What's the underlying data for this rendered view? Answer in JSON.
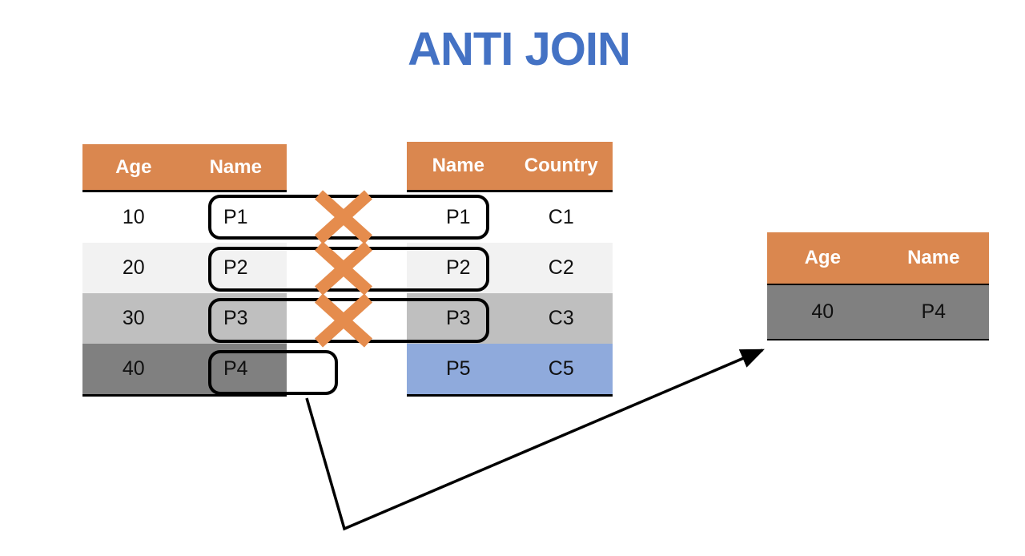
{
  "title": "ANTI JOIN",
  "colors": {
    "title_blue": "#4472C4",
    "header_orange": "#DA874F",
    "x_orange": "#E58C4D",
    "row_white": "#FFFFFF",
    "row_light_gray": "#F2F2F2",
    "row_mid_gray": "#BFBFBF",
    "row_dark_gray": "#808080",
    "row_blue": "#8FAADC",
    "line_black": "#000000"
  },
  "left_table": {
    "columns": [
      "Age",
      "Name"
    ],
    "rows": [
      [
        "10",
        "P1"
      ],
      [
        "20",
        "P2"
      ],
      [
        "30",
        "P3"
      ],
      [
        "40",
        "P4"
      ]
    ]
  },
  "right_table": {
    "columns": [
      "Name",
      "Country"
    ],
    "rows": [
      [
        "P1",
        "C1"
      ],
      [
        "P2",
        "C2"
      ],
      [
        "P3",
        "C3"
      ],
      [
        "P5",
        "C5"
      ]
    ]
  },
  "result_table": {
    "columns": [
      "Age",
      "Name"
    ],
    "rows": [
      [
        "40",
        "P4"
      ]
    ]
  }
}
